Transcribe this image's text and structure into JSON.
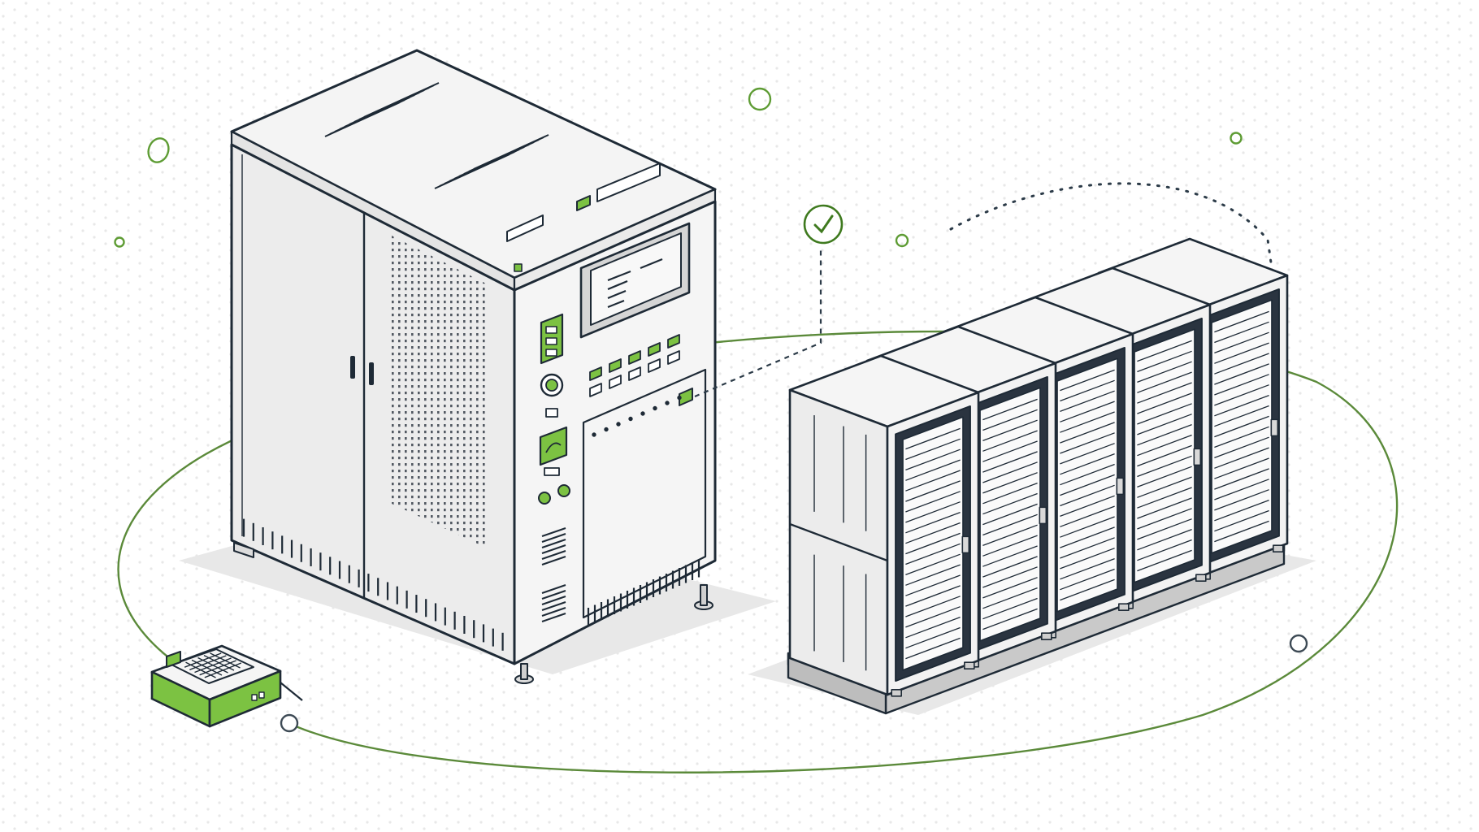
{
  "palette": {
    "background": "#ffffff",
    "dot": "#e2e2e2",
    "outline": "#1e2a36",
    "panel": "#ececec",
    "panel_light": "#f6f6f6",
    "panel_side": "#e0e0e0",
    "shadow": "#e6e6e6",
    "accent_green": "#7cc242",
    "accent_green_dark": "#3f7a1f",
    "orbit_line": "#5b8a3a"
  },
  "illustration": {
    "objects": [
      {
        "kind": "power-cabinet",
        "icon": "ups-cabinet-icon"
      },
      {
        "kind": "rack-row",
        "icon": "server-rack-icon",
        "units": 5
      },
      {
        "kind": "edge-device",
        "icon": "router-icon"
      },
      {
        "kind": "status-bubble",
        "icon": "checkmark-icon"
      }
    ],
    "texts": []
  }
}
